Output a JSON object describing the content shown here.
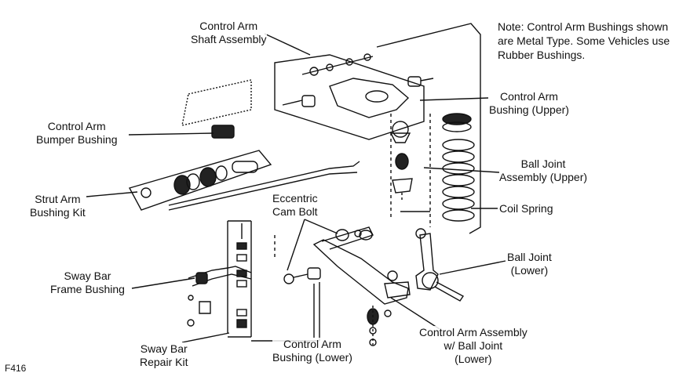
{
  "note": {
    "lines": [
      "Note: Control Arm Bushings shown",
      "are Metal Type. Some Vehicles use",
      "Rubber Bushings."
    ]
  },
  "labels": {
    "control_arm_shaft_assembly": [
      "Control Arm",
      "Shaft Assembly"
    ],
    "control_arm_bushing_upper": [
      "Control Arm",
      "Bushing (Upper)"
    ],
    "control_arm_bumper_bushing": [
      "Control Arm",
      "Bumper Bushing"
    ],
    "ball_joint_upper": [
      "Ball Joint",
      "Assembly (Upper)"
    ],
    "coil_spring": [
      "Coil Spring"
    ],
    "strut_arm_bushing_kit": [
      "Strut Arm",
      "Bushing Kit"
    ],
    "eccentric_cam_bolt": [
      "Eccentric",
      "Cam Bolt"
    ],
    "ball_joint_lower": [
      "Ball Joint",
      "(Lower)"
    ],
    "sway_bar_frame_bushing": [
      "Sway Bar",
      "Frame Bushing"
    ],
    "sway_bar_repair_kit": [
      "Sway Bar",
      "Repair Kit"
    ],
    "control_arm_bushing_lower": [
      "Control Arm",
      "Bushing (Lower)"
    ],
    "control_arm_assembly": [
      "Control Arm Assembly",
      "w/ Ball Joint",
      "(Lower)"
    ]
  },
  "figure_id": "F416",
  "colors": {
    "ink": "#111111",
    "paper": "#ffffff"
  }
}
